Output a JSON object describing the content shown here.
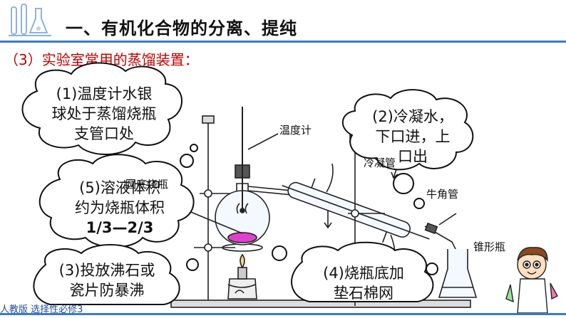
{
  "header": {
    "title": "一、有机化合物的分离、提纯",
    "subtitle": "（3）实验室常用的蒸馏装置："
  },
  "clouds": {
    "c1": {
      "lines": [
        "(1)温度计水银",
        "球处于蒸馏烧瓶",
        "支管口处"
      ]
    },
    "c2": {
      "lines": [
        "(2)冷凝水，",
        "下口进，上",
        "口出"
      ]
    },
    "c3": {
      "lines": [
        "(5)溶液体积",
        "约为烧瓶体积",
        "1/3—2/3"
      ]
    },
    "c4": {
      "lines": [
        "(3)投放沸石或",
        "瓷片防暴沸"
      ]
    },
    "c5": {
      "lines": [
        "(4)烧瓶底加",
        "垫石棉网"
      ]
    }
  },
  "labels": {
    "thermometer": "温度计",
    "condenser": "冷凝管",
    "flask": "圆底烧瓶",
    "adapter": "牛角管",
    "conical_flask": "锥形瓶"
  },
  "footer": {
    "text": "人教版 选择性必修3"
  },
  "colors": {
    "accent": "#3a7bc8",
    "subtitle": "#c00000",
    "liquid": "#e040d0",
    "footer": "#1f4e9e"
  }
}
